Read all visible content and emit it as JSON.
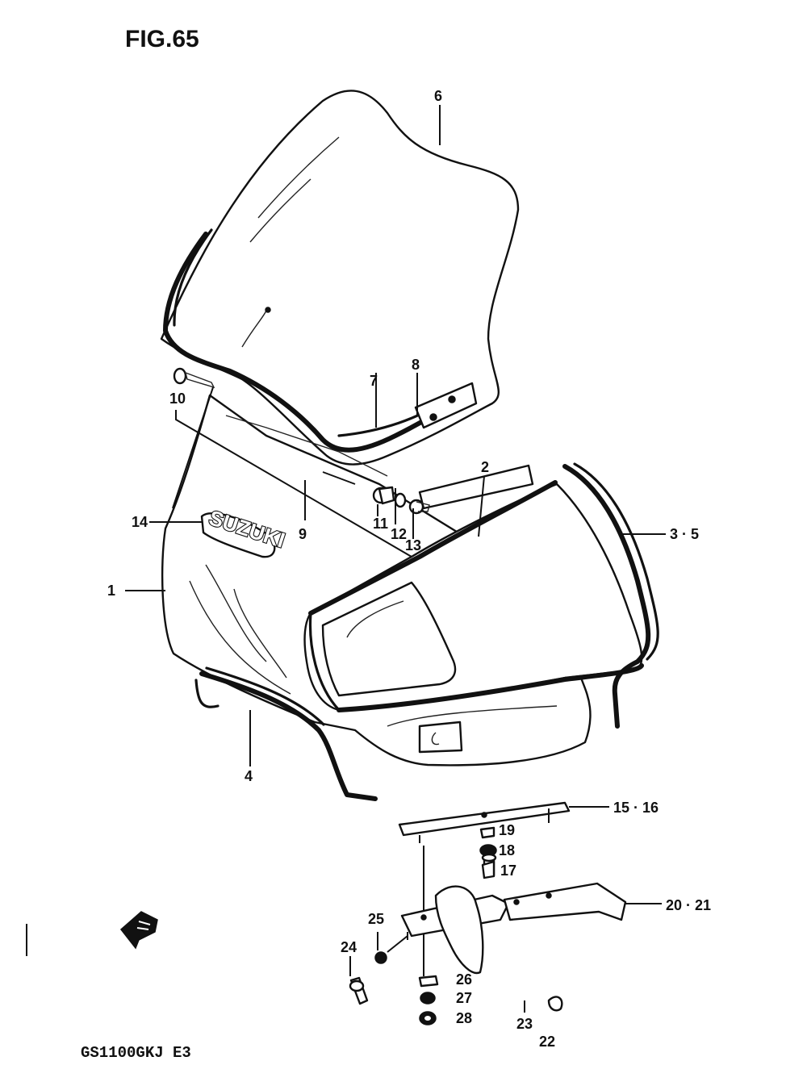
{
  "figure": {
    "title": "FIG.65",
    "model_code": "GS1100GKJ E3",
    "brand_emblem": "SUZUKI"
  },
  "callouts": [
    {
      "id": "1",
      "text": "1"
    },
    {
      "id": "2",
      "text": "2"
    },
    {
      "id": "3-5",
      "text": "3 · 5"
    },
    {
      "id": "4",
      "text": "4"
    },
    {
      "id": "6",
      "text": "6"
    },
    {
      "id": "7",
      "text": "7"
    },
    {
      "id": "8",
      "text": "8"
    },
    {
      "id": "9",
      "text": "9"
    },
    {
      "id": "10",
      "text": "10"
    },
    {
      "id": "11",
      "text": "11"
    },
    {
      "id": "12",
      "text": "12"
    },
    {
      "id": "13",
      "text": "13"
    },
    {
      "id": "14",
      "text": "14"
    },
    {
      "id": "15-16",
      "text": "15 · 16"
    },
    {
      "id": "17",
      "text": "17"
    },
    {
      "id": "18",
      "text": "18"
    },
    {
      "id": "19",
      "text": "19"
    },
    {
      "id": "20-21",
      "text": "20 · 21"
    },
    {
      "id": "22",
      "text": "22"
    },
    {
      "id": "23",
      "text": "23"
    },
    {
      "id": "24",
      "text": "24"
    },
    {
      "id": "25",
      "text": "25"
    },
    {
      "id": "26",
      "text": "26"
    },
    {
      "id": "27",
      "text": "27"
    },
    {
      "id": "28",
      "text": "28"
    }
  ],
  "icons": {
    "front_arrow": "front-direction-arrow-icon"
  }
}
